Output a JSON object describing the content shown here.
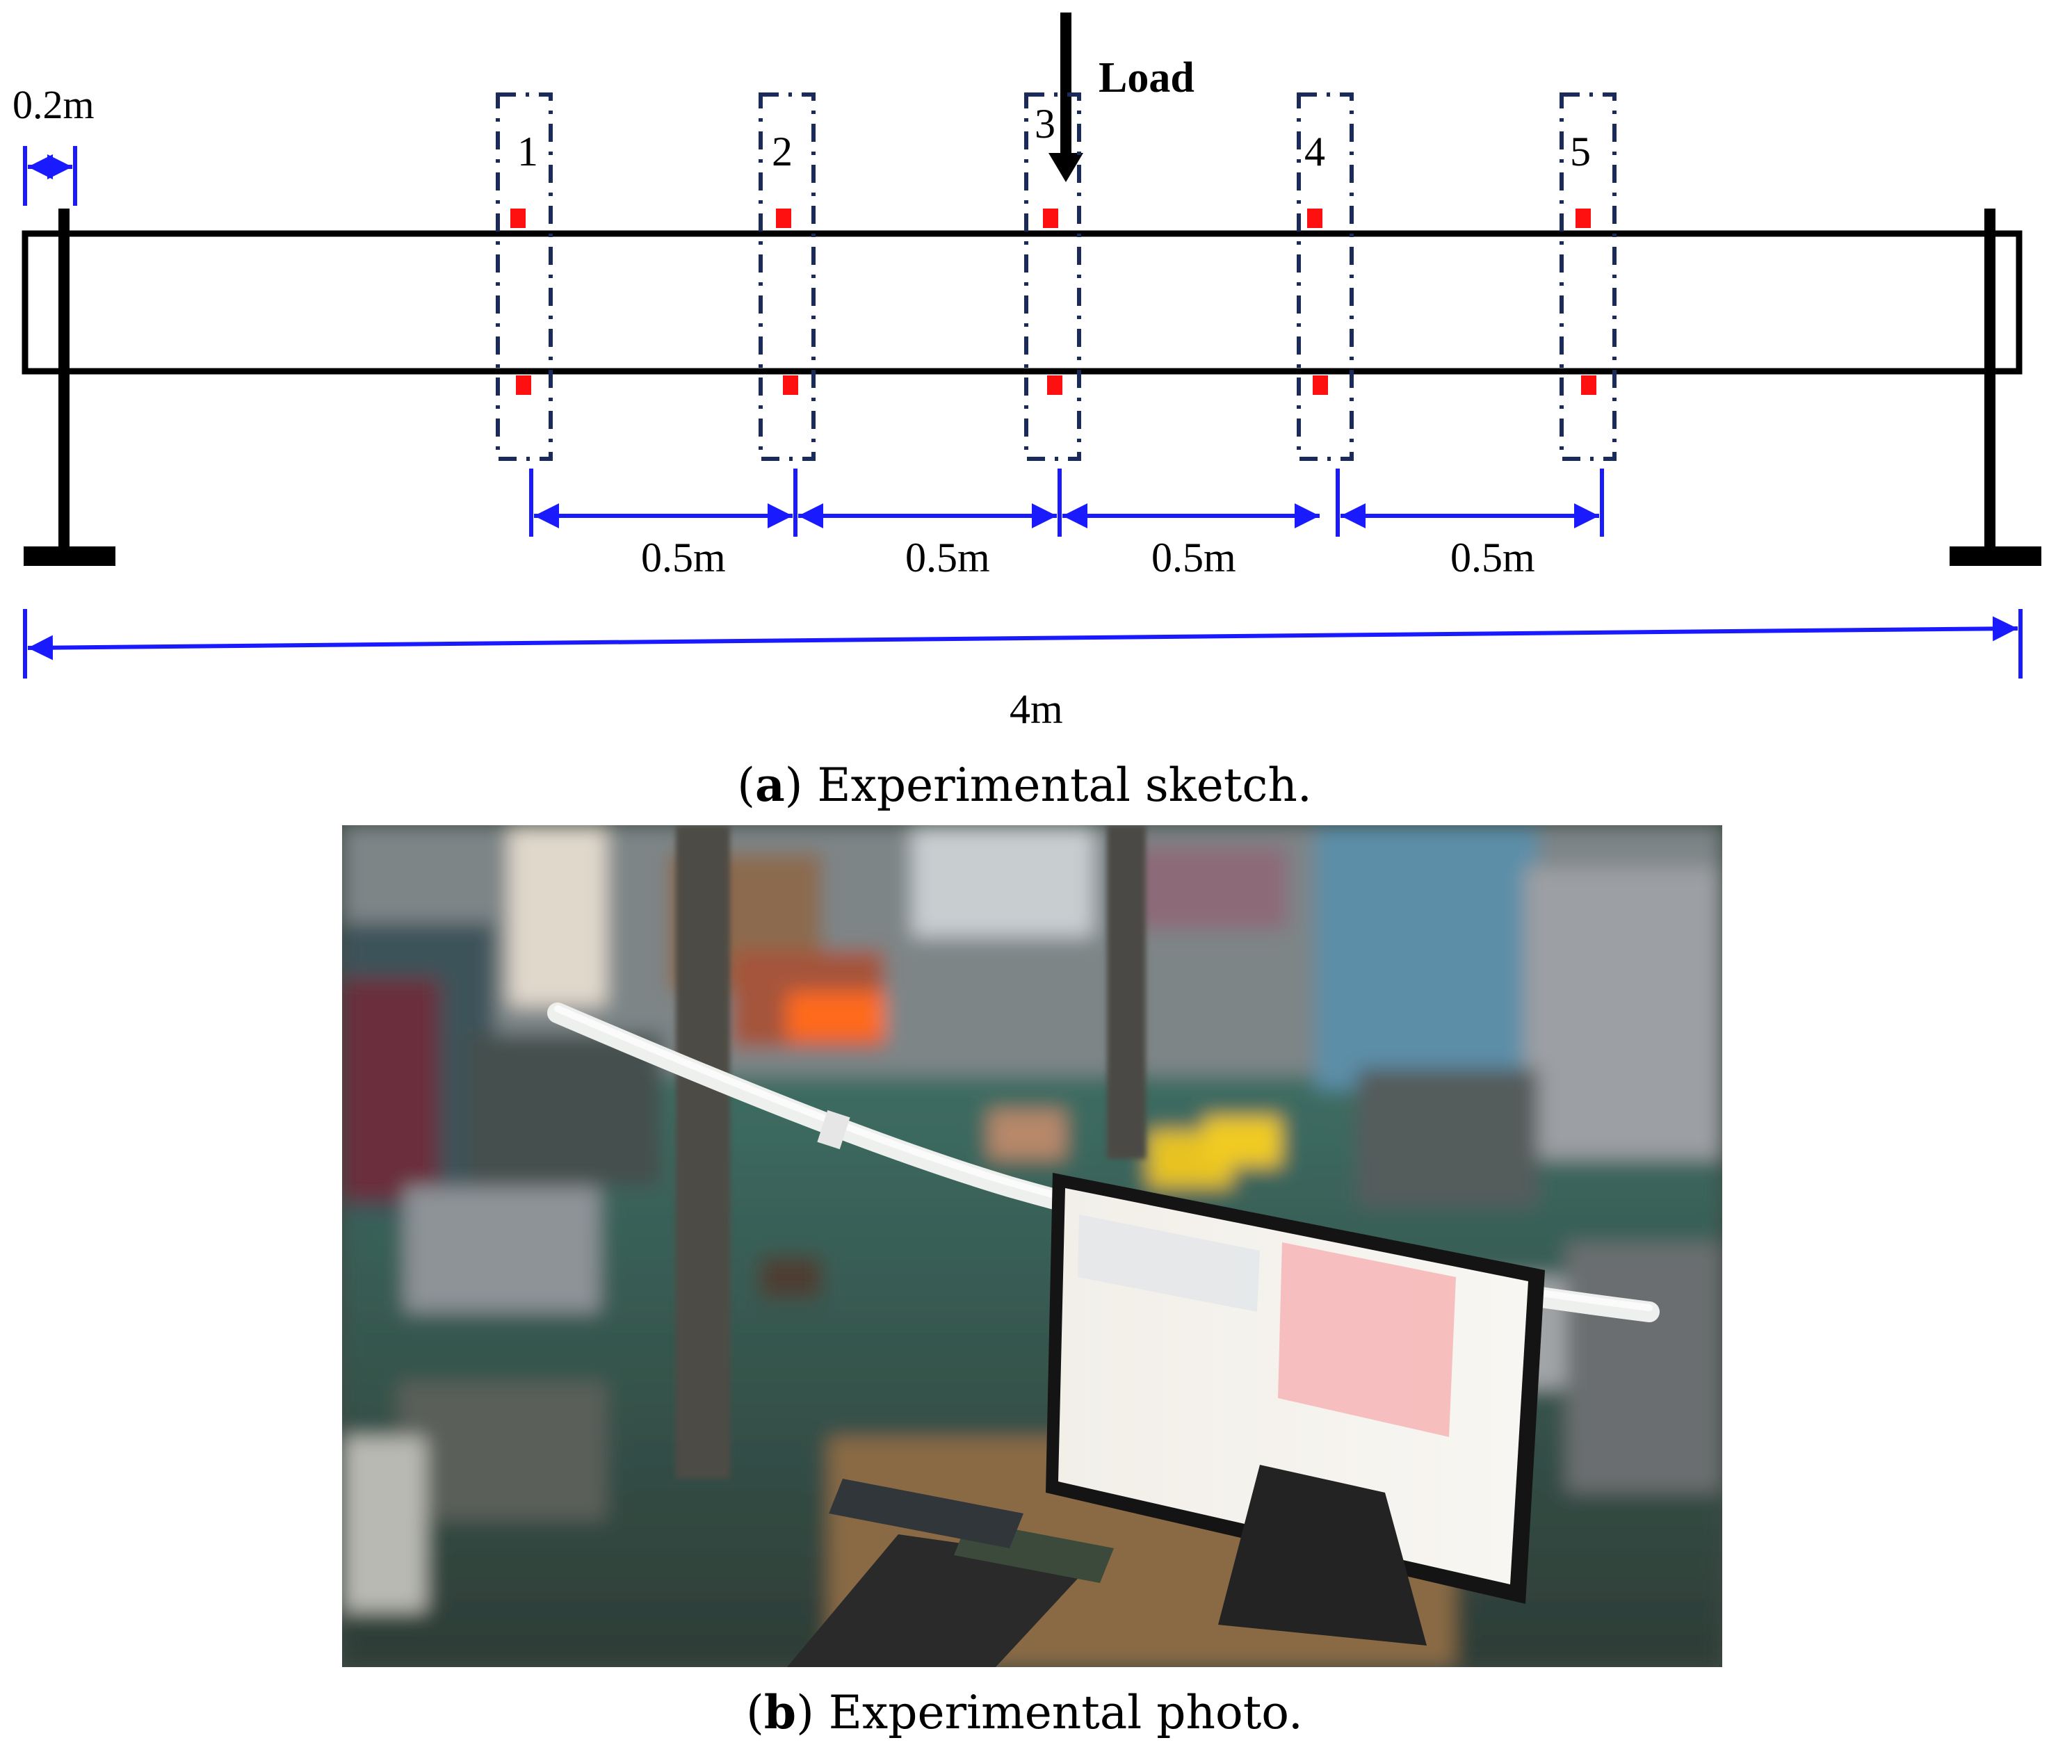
{
  "sketch": {
    "load_label": "Load",
    "support_spacing_label": "0.2m",
    "total_span_label": "4m",
    "stations": [
      {
        "label": "1"
      },
      {
        "label": "2"
      },
      {
        "label": "3"
      },
      {
        "label": "4"
      },
      {
        "label": "5"
      }
    ],
    "spacings": [
      {
        "label": "0.5m"
      },
      {
        "label": "0.5m"
      },
      {
        "label": "0.5m"
      },
      {
        "label": "0.5m"
      }
    ],
    "colors": {
      "beam": "#000000",
      "dimension": "#1a1aff",
      "station_box": "#1a2a5a",
      "sensor": "#ff1010"
    }
  },
  "captions": {
    "a": {
      "letter": "a",
      "text": ") Experimental sketch."
    },
    "b": {
      "letter": "b",
      "text": ") Experimental photo."
    }
  },
  "photo": {
    "icon": "laboratory-photo"
  }
}
